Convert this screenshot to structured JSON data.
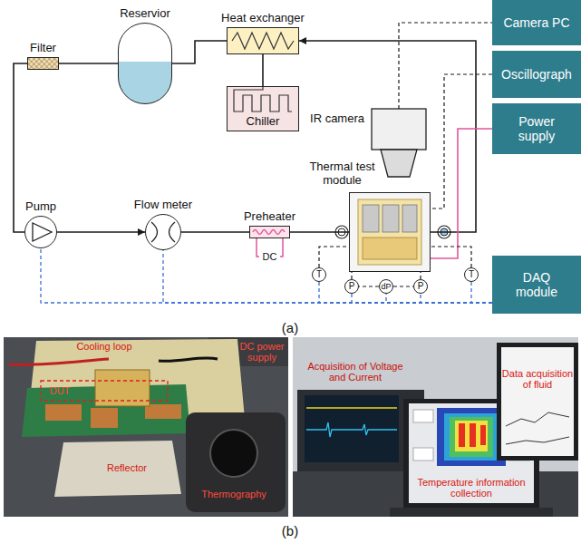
{
  "diagram": {
    "nodes": [
      {
        "text": [
          "Reservior"
        ]
      },
      {
        "text": [
          "Heat exchanger"
        ]
      },
      {
        "text": [
          "Chiller"
        ]
      },
      {
        "text": [
          "Filter"
        ]
      },
      {
        "text": [
          "Pump"
        ]
      },
      {
        "text": [
          "Flow meter"
        ]
      },
      {
        "text": [
          "Preheater"
        ]
      },
      {
        "text": [
          "IR camera"
        ]
      },
      {
        "text": [
          "Thermal test module"
        ]
      },
      {
        "text": [
          "Camera PC"
        ]
      },
      {
        "text": [
          "Oscillograph"
        ]
      },
      {
        "text": [
          "Power supply"
        ]
      },
      {
        "text": [
          "DAQ module"
        ]
      },
      {
        "text": [
          "T"
        ]
      },
      {
        "text": [
          "P"
        ]
      },
      {
        "text": [
          "dP"
        ]
      },
      {
        "text": [
          "P"
        ]
      },
      {
        "text": [
          "T"
        ]
      }
    ],
    "edges": [
      {
        "from": 1,
        "to": 0,
        "arrow": "none"
      },
      {
        "from": 0,
        "to": 3,
        "arrow": "none"
      },
      {
        "from": 3,
        "to": 4,
        "arrow": "none"
      },
      {
        "from": 4,
        "to": 5,
        "arrow": "to"
      },
      {
        "from": 5,
        "to": 6,
        "arrow": "none"
      },
      {
        "from": 6,
        "to": 8,
        "arrow": "none"
      },
      {
        "from": 8,
        "to": 1,
        "arrow": "to"
      },
      {
        "from": 1,
        "to": 2,
        "arrow": "none"
      },
      {
        "from": 7,
        "to": 9,
        "arrow": "none"
      },
      {
        "from": 10,
        "to": 8,
        "arrow": "none"
      },
      {
        "from": 11,
        "to": 8,
        "arrow": "none"
      },
      {
        "from": 12,
        "to": 4,
        "arrow": "none"
      },
      {
        "from": 12,
        "to": 5,
        "arrow": "none"
      },
      {
        "from": 12,
        "to": 13,
        "arrow": "none"
      },
      {
        "from": 12,
        "to": 14,
        "arrow": "none"
      },
      {
        "from": 12,
        "to": 15,
        "arrow": "none"
      },
      {
        "from": 12,
        "to": 16,
        "arrow": "none"
      },
      {
        "from": 12,
        "to": 17,
        "arrow": "none"
      },
      {
        "from": 13,
        "to": 8,
        "arrow": "none"
      },
      {
        "from": 14,
        "to": 8,
        "arrow": "none"
      },
      {
        "from": 15,
        "to": 14,
        "arrow": "none"
      },
      {
        "from": 15,
        "to": 16,
        "arrow": "none"
      },
      {
        "from": 16,
        "to": 8,
        "arrow": "none"
      },
      {
        "from": 17,
        "to": 8,
        "arrow": "none"
      }
    ],
    "labels": [
      "DC",
      "(a)",
      "Cooling loop",
      "DC power supply",
      "DUT",
      "Reflector",
      "Thermography",
      "Acquisition of Voltage and Current",
      "Data acquisition of fluid",
      "Temperature information collection",
      "(b)"
    ]
  }
}
